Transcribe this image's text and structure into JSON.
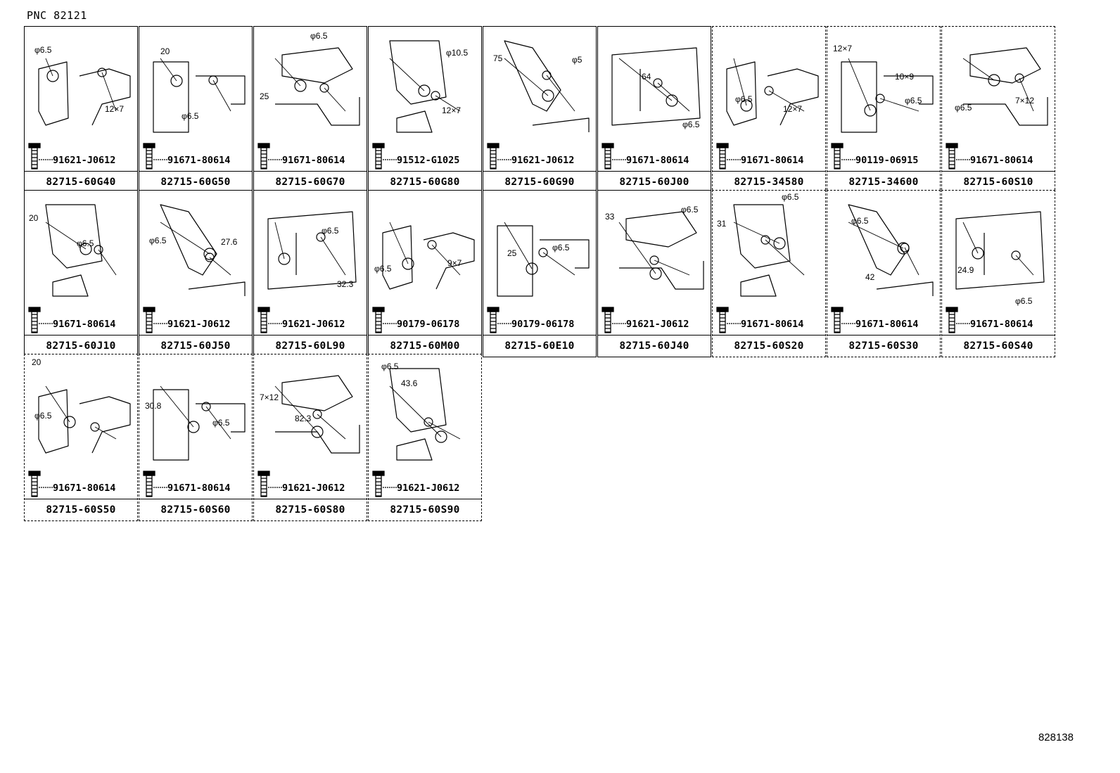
{
  "header": {
    "pnc": "PNC 82121"
  },
  "footer": {
    "diagram_id": "828138"
  },
  "cells": [
    {
      "part": "82715-60G40",
      "bolt": "91621-J0612",
      "dims": [
        "φ6.5",
        "12×7"
      ]
    },
    {
      "part": "82715-60G50",
      "bolt": "91671-80614",
      "dims": [
        "20",
        "φ6.5"
      ]
    },
    {
      "part": "82715-60G70",
      "bolt": "91671-80614",
      "dims": [
        "φ6.5",
        "25"
      ]
    },
    {
      "part": "82715-60G80",
      "bolt": "91512-G1025",
      "dims": [
        "φ10.5",
        "12×7"
      ]
    },
    {
      "part": "82715-60G90",
      "bolt": "91621-J0612",
      "dims": [
        "75",
        "φ5"
      ]
    },
    {
      "part": "82715-60J00",
      "bolt": "91671-80614",
      "dims": [
        "64",
        "φ6.5"
      ]
    },
    {
      "part": "82715-34580",
      "bolt": "91671-80614",
      "dims": [
        "φ6.5",
        "12×7"
      ]
    },
    {
      "part": "82715-34600",
      "bolt": "90119-06915",
      "dims": [
        "12×7",
        "10×9",
        "φ6.5"
      ]
    },
    {
      "part": "82715-60S10",
      "bolt": "91671-80614",
      "dims": [
        "φ6.5",
        "7×12"
      ]
    },
    {
      "part": "82715-60J10",
      "bolt": "91671-80614",
      "dims": [
        "20",
        "φ6.5"
      ]
    },
    {
      "part": "82715-60J50",
      "bolt": "91621-J0612",
      "dims": [
        "φ6.5",
        "27.6"
      ]
    },
    {
      "part": "82715-60L90",
      "bolt": "91621-J0612",
      "dims": [
        "φ6.5",
        "32.3"
      ]
    },
    {
      "part": "82715-60M00",
      "bolt": "90179-06178",
      "dims": [
        "φ6.5",
        "9×7"
      ]
    },
    {
      "part": "82715-60E10",
      "bolt": "90179-06178",
      "dims": [
        "25",
        "φ6.5"
      ]
    },
    {
      "part": "82715-60J40",
      "bolt": "91621-J0612",
      "dims": [
        "33",
        "φ6.5"
      ]
    },
    {
      "part": "82715-60S20",
      "bolt": "91671-80614",
      "dims": [
        "31",
        "φ6.5"
      ]
    },
    {
      "part": "82715-60S30",
      "bolt": "91671-80614",
      "dims": [
        "φ6.5",
        "42"
      ]
    },
    {
      "part": "82715-60S40",
      "bolt": "91671-80614",
      "dims": [
        "24.9",
        "φ6.5"
      ]
    },
    {
      "part": "82715-60S50",
      "bolt": "91671-80614",
      "dims": [
        "20",
        "φ6.5"
      ]
    },
    {
      "part": "82715-60S60",
      "bolt": "91671-80614",
      "dims": [
        "30.8",
        "φ6.5"
      ]
    },
    {
      "part": "82715-60S80",
      "bolt": "91621-J0612",
      "dims": [
        "7×12",
        "82.3"
      ]
    },
    {
      "part": "82715-60S90",
      "bolt": "91621-J0612",
      "dims": [
        "φ6.5",
        "43.6"
      ]
    }
  ]
}
